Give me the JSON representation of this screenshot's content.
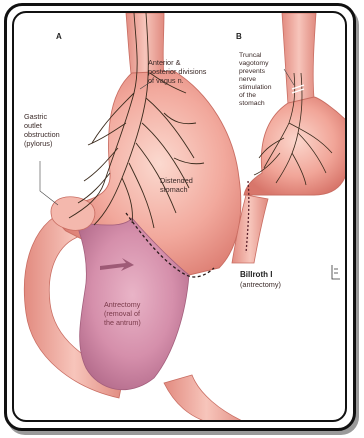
{
  "panel_a": {
    "letter": "A",
    "label_vagus": [
      "Anterior &",
      "posterior divisions",
      "of vagus n."
    ],
    "label_obstruction": [
      "Gastric",
      "outlet",
      "obstruction",
      "(pylorus)"
    ],
    "label_distended": [
      "Distended",
      "stomach"
    ],
    "label_antrectomy": [
      "Antrectomy",
      "(removal of",
      "the antrum)"
    ]
  },
  "panel_b": {
    "letter": "B",
    "label_vagotomy": [
      "Truncal",
      "vagotomy",
      "prevents",
      "nerve",
      "stimulation",
      "of the",
      "stomach"
    ],
    "caption_title": "Billroth I",
    "caption_sub": "(antrectomy)"
  },
  "colors": {
    "stomach_fill": "#f0a49a",
    "stomach_light": "#f9d5cc",
    "antrum_fill": "#d98fab",
    "nerve": "#3a2a1c",
    "dash": "#2a1a1a"
  }
}
